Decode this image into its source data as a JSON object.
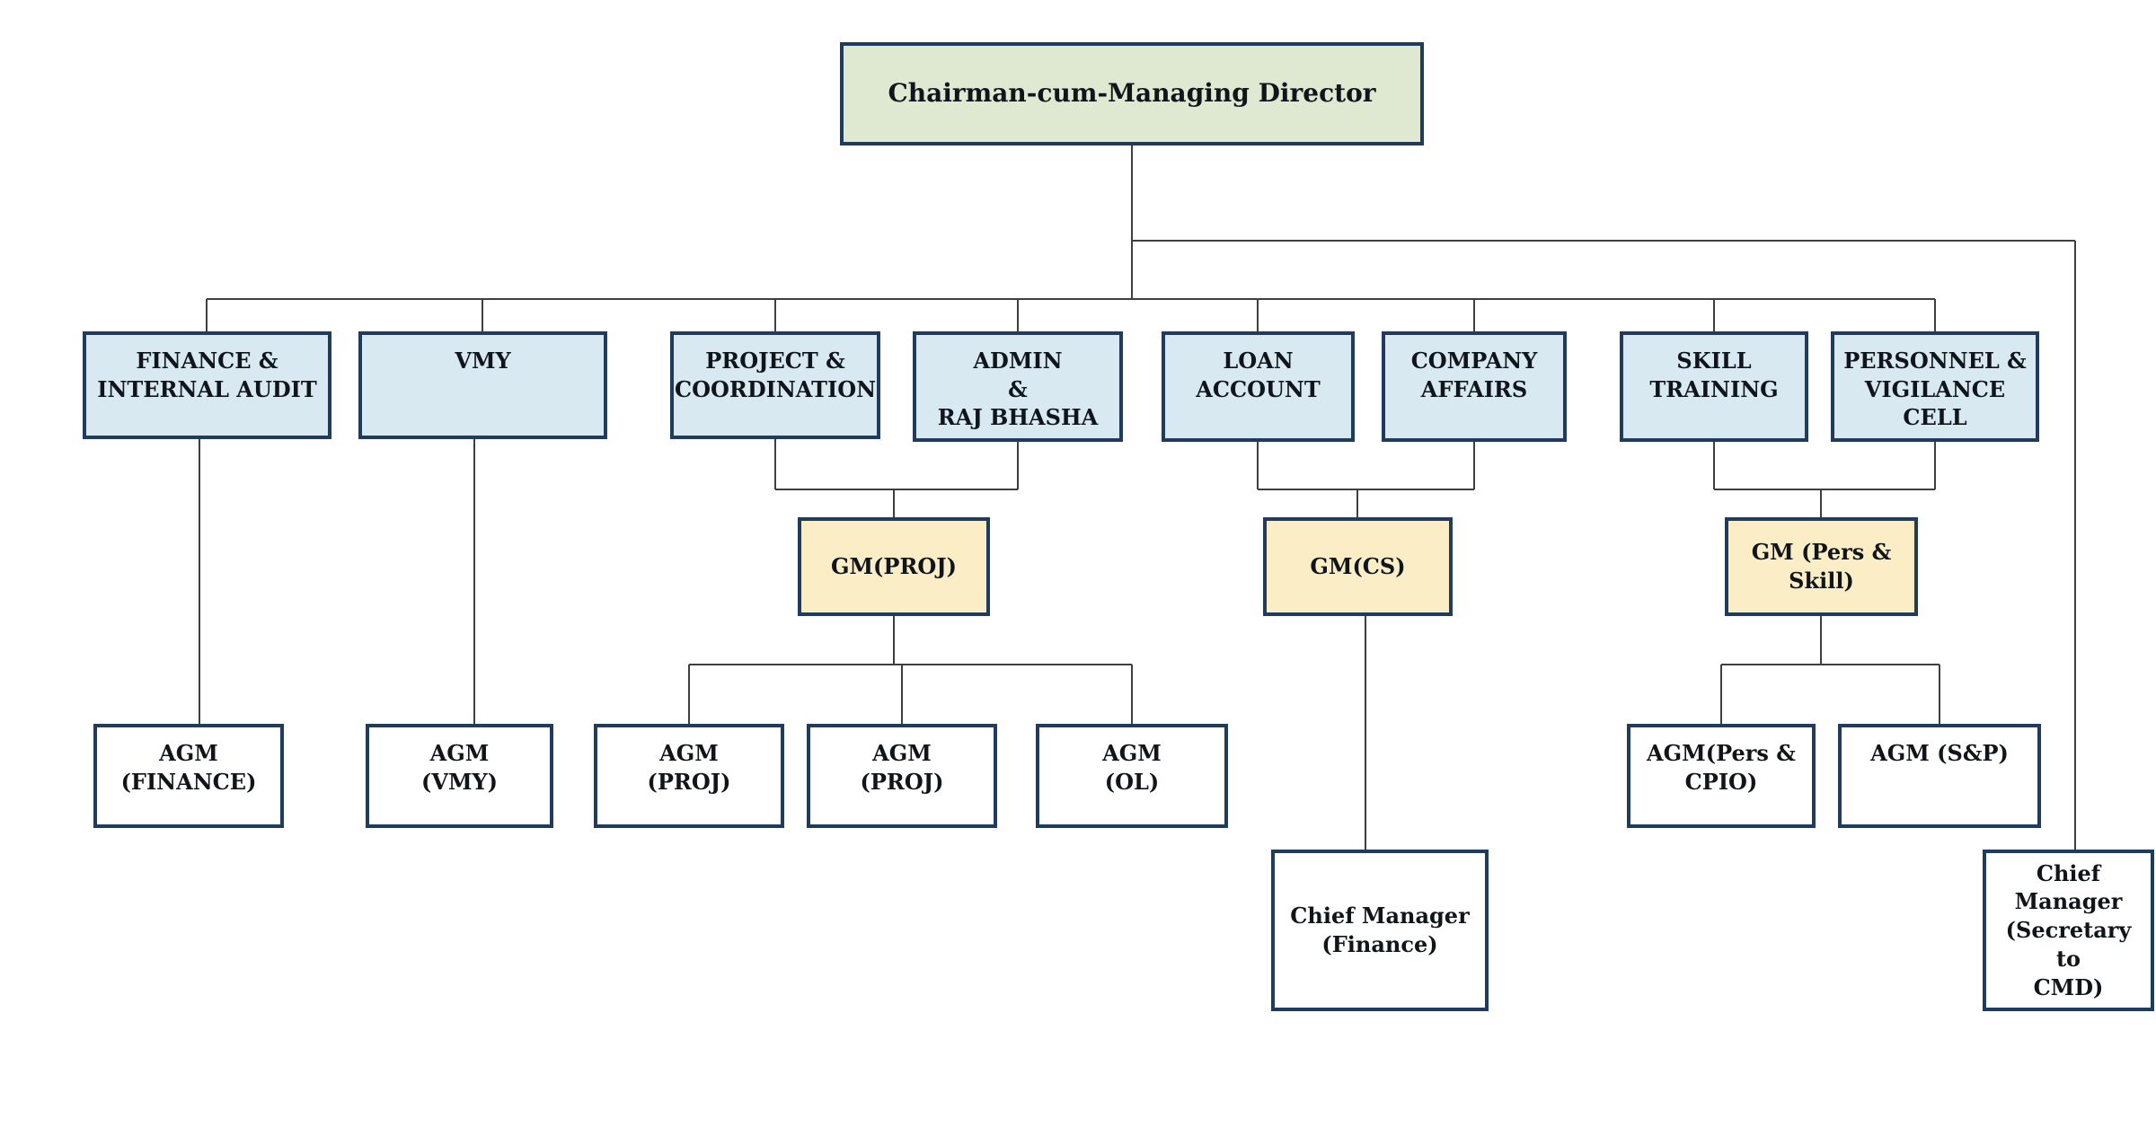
{
  "colors": {
    "border": "#1f3b5e",
    "line": "#3f3f3f",
    "root_fill": "#dfe9d2",
    "dept_fill": "#d8e9f2",
    "gm_fill": "#fbeec6",
    "leaf_fill": "#ffffff",
    "text": "#10151c"
  },
  "root": {
    "label": "Chairman-cum-Managing Director"
  },
  "departments": [
    {
      "label": "FINANCE &\nINTERNAL AUDIT"
    },
    {
      "label": "VMY"
    },
    {
      "label": "PROJECT  &\nCOORDINATION"
    },
    {
      "label": "ADMIN\n&\nRAJ BHASHA"
    },
    {
      "label": "LOAN\nACCOUNT"
    },
    {
      "label": "COMPANY\nAFFAIRS"
    },
    {
      "label": "SKILL\nTRAINING"
    },
    {
      "label": "PERSONNEL &\nVIGILANCE\nCELL"
    }
  ],
  "general_managers": [
    {
      "label": "GM(PROJ)"
    },
    {
      "label": "GM(CS)"
    },
    {
      "label": "GM (Pers &\nSkill)"
    }
  ],
  "assistant_general_managers": [
    {
      "label": "AGM\n(FINANCE)"
    },
    {
      "label": "AGM\n(VMY)"
    },
    {
      "label": "AGM\n(PROJ)"
    },
    {
      "label": "AGM\n(PROJ)"
    },
    {
      "label": "AGM\n(OL)"
    },
    {
      "label": "AGM(Pers &\nCPIO)"
    },
    {
      "label": "AGM (S&P)"
    }
  ],
  "chief_managers": [
    {
      "label": "Chief Manager\n(Finance)"
    },
    {
      "label": "Chief\nManager\n(Secretary to\nCMD)"
    }
  ]
}
